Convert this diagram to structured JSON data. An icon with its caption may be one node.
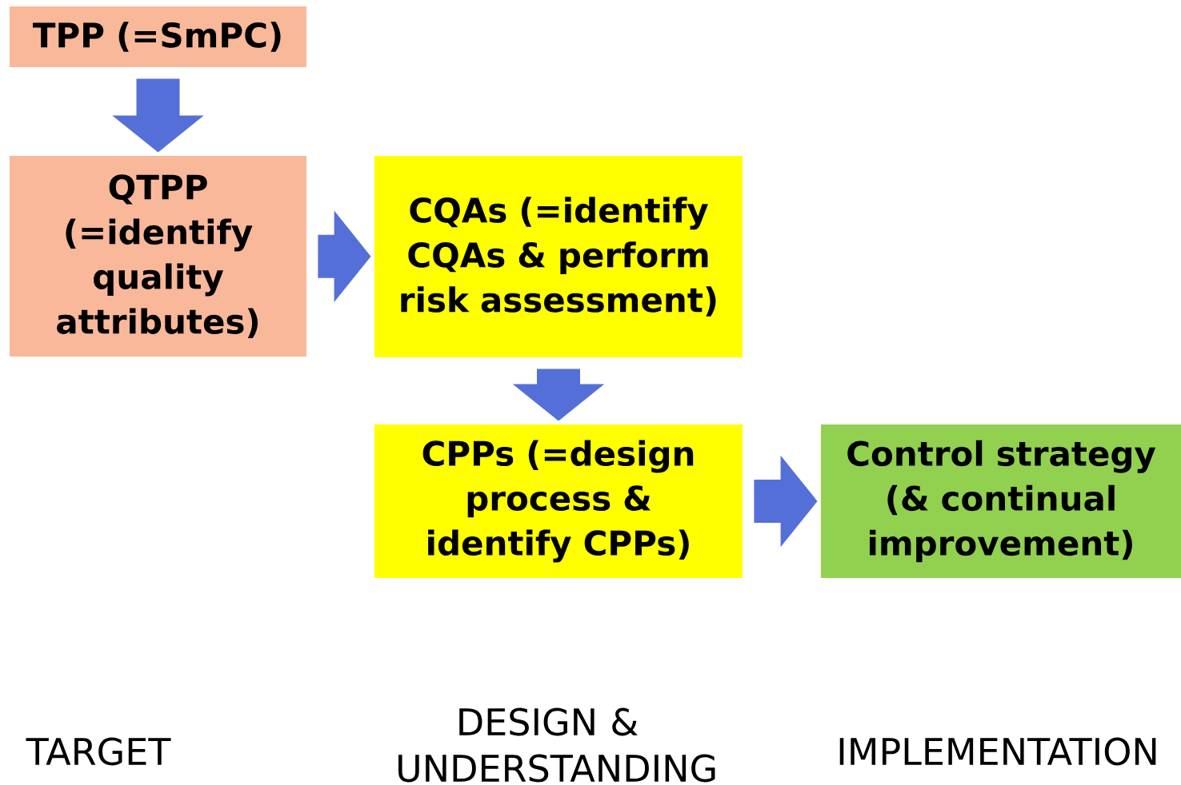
{
  "diagram": {
    "nodes": [
      {
        "text": [
          "TPP (=SmPC)"
        ]
      },
      {
        "text": [
          "QTPP (=identify quality attributes)"
        ]
      },
      {
        "text": [
          "CQAs (=identify CQAs & perform risk assessment)"
        ]
      },
      {
        "text": [
          "CPPs (=design process & identify CPPs)"
        ]
      },
      {
        "text": [
          "Control strategy (& continual improvement)"
        ]
      }
    ],
    "edges": [
      {
        "from": 0,
        "to": 1,
        "arrow": "to"
      },
      {
        "from": 1,
        "to": 2,
        "arrow": "to"
      },
      {
        "from": 2,
        "to": 3,
        "arrow": "to"
      },
      {
        "from": 3,
        "to": 4,
        "arrow": "to"
      }
    ],
    "labels": [
      "TARGET",
      "DESIGN & UNDERSTANDING",
      "IMPLEMENTATION"
    ]
  }
}
